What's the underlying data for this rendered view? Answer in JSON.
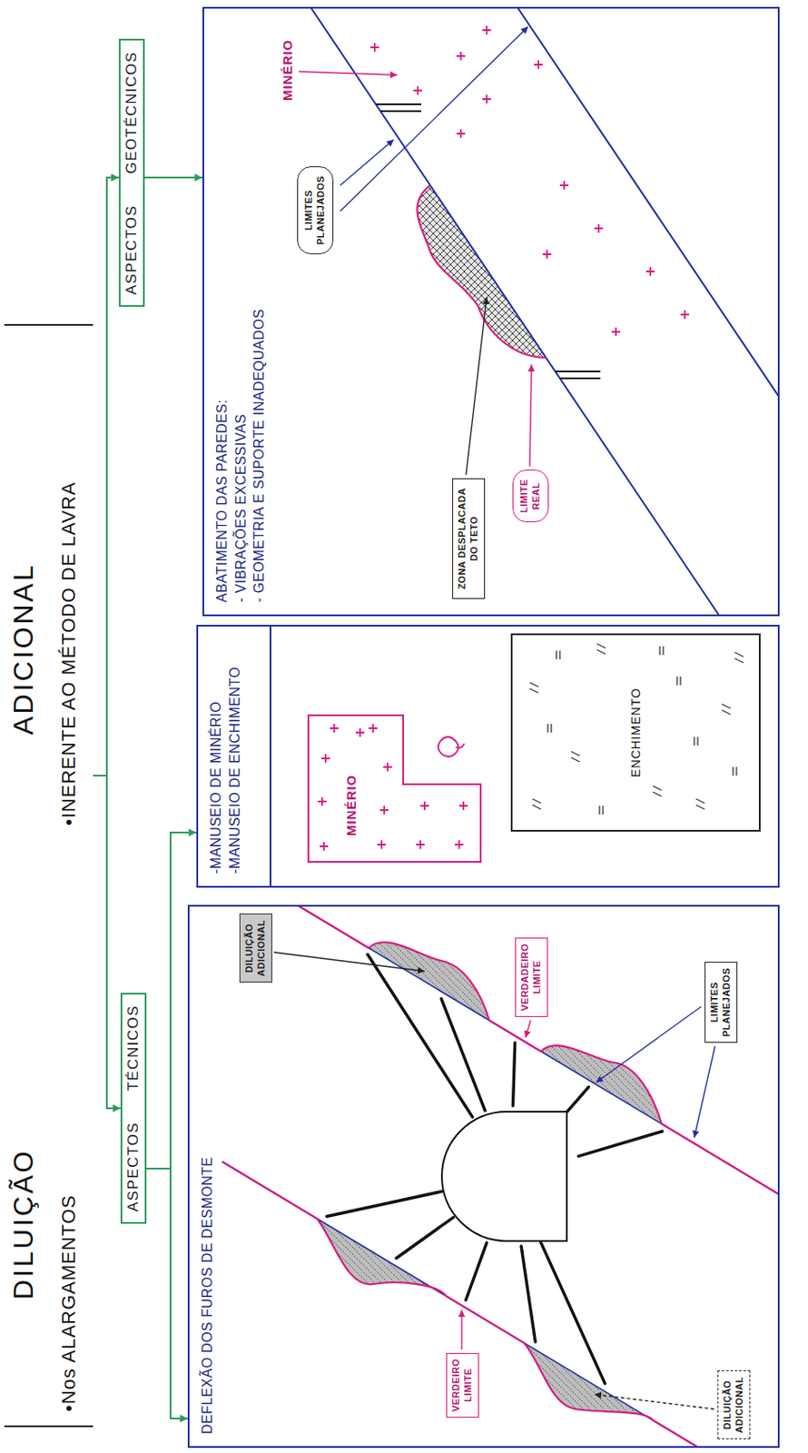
{
  "diagram": {
    "nodes": [
      {
        "text": [
          "DILUIÇÃO ADICIONAL",
          "•Nos ALARGAMENTOS",
          "•INERENTE AO MÉTODO DE LAVRA"
        ]
      },
      {
        "text": [
          "ASPECTOS TÉCNICOS"
        ]
      },
      {
        "text": [
          "ASPECTOS GEOTÉCNICOS"
        ]
      },
      {
        "text": [
          "DEFLEXÃO DOS FUROS DE DESMONTE"
        ]
      },
      {
        "text": [
          "VERDEIRO LIMITE"
        ],
        "in": 3
      },
      {
        "text": [
          "DILUIÇÃO ADICIONAL"
        ],
        "in": 3
      },
      {
        "text": [
          "VERDADEIRO LIMITE"
        ],
        "in": 3
      },
      {
        "text": [
          "DILUIÇÃO ADICIONAL"
        ],
        "in": 3
      },
      {
        "text": [
          "LIMITES PLANEJADOS"
        ],
        "in": 3
      },
      {
        "text": [
          "-MANUSEIO DE MINÉRIO",
          "-MANUSEIO DE ENCHIMENTO"
        ]
      },
      {
        "text": [
          "MINÉRIO"
        ],
        "in": 9
      },
      {
        "text": [
          "ENCHIMENTO"
        ],
        "in": 9
      },
      {
        "text": [
          "ABATIMENTO DAS PAREDES:",
          "- VIBRAÇÕES EXCESSIVAS",
          "- GEOMETRIA E SUPORTE INADEQUADOS"
        ]
      },
      {
        "text": [
          "ZONA DESPLACADA DO TETO"
        ],
        "in": 12
      },
      {
        "text": [
          "LIMITES PLANEJADOS"
        ],
        "in": 12
      },
      {
        "text": [
          "LIMITE REAL"
        ],
        "in": 12
      }
    ],
    "edges": [
      {
        "from": 0,
        "to": 1,
        "arrow": "to"
      },
      {
        "from": 0,
        "to": 2,
        "arrow": "to"
      },
      {
        "from": 1,
        "to": 3,
        "arrow": "to"
      },
      {
        "from": 1,
        "to": 9,
        "arrow": "to"
      },
      {
        "from": 2,
        "to": 12,
        "arrow": "to"
      }
    ],
    "labels": [
      "MINÉRIO"
    ]
  }
}
